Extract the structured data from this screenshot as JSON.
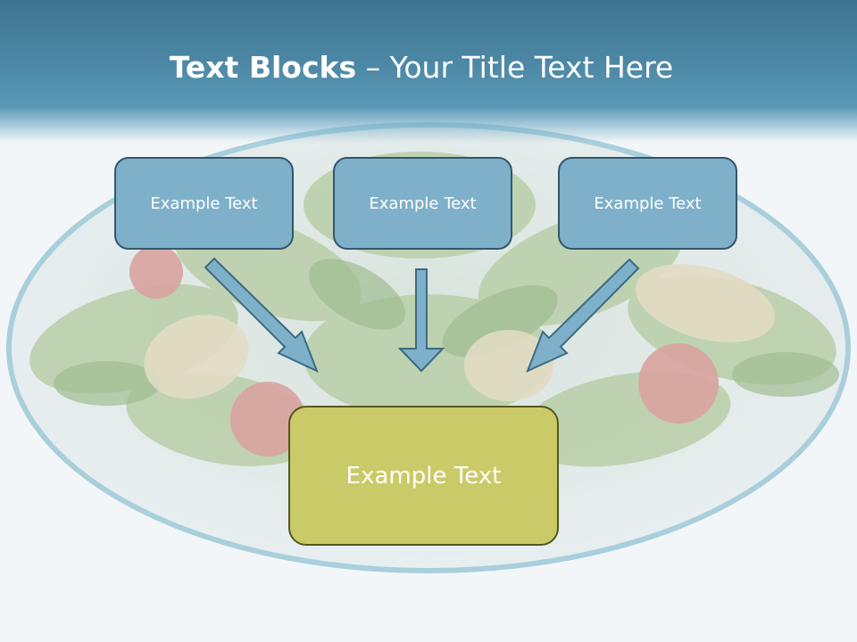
{
  "slide": {
    "title_bold": "Text Blocks",
    "title_rest": " – Your Title Text Here"
  },
  "boxes": {
    "top_left": "Example Text",
    "top_center": "Example Text",
    "top_right": "Example Text",
    "bottom_main": "Example Text"
  },
  "colors": {
    "header": "#4a86a3",
    "top_box_fill": "#7fb0c9",
    "main_box_fill": "#cbca68",
    "arrow_fill": "#7fb0c9"
  },
  "background_image": "salad-bowl"
}
